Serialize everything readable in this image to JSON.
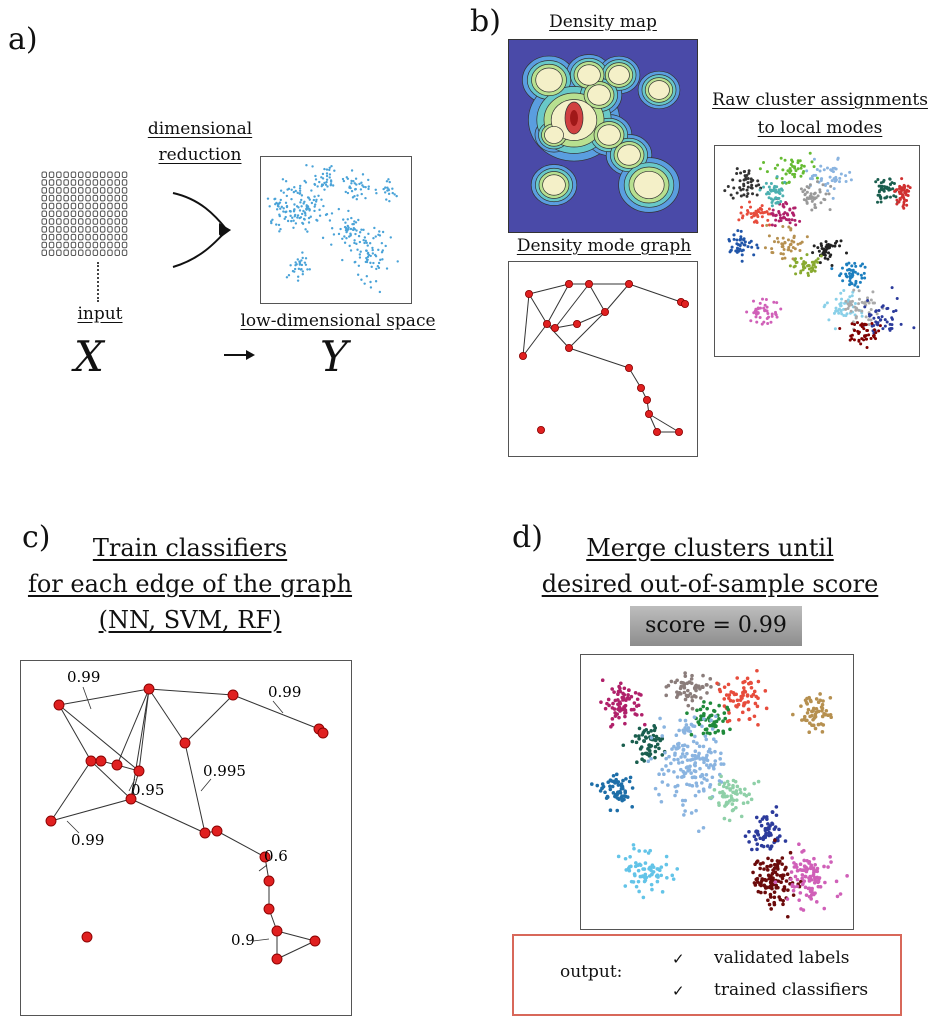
{
  "panel_a": {
    "letter": "a)",
    "arrow_label_1": "dimensional",
    "arrow_label_2": "reduction",
    "input_label": "input",
    "space_label": "low-dimensional space",
    "var_x": "X",
    "var_y": "Y"
  },
  "panel_b": {
    "letter": "b)",
    "density_map_title": "Density map",
    "mode_graph_title": "Density mode graph",
    "raw_title_1": "Raw cluster assignments",
    "raw_title_2": "to local modes"
  },
  "panel_c": {
    "letter": "c)",
    "title_1": "Train classifiers",
    "title_2": "for each edge of the graph",
    "title_3": "(NN, SVM, RF)",
    "edge_labels": [
      "0.99",
      "0.99",
      "0.995",
      "0.95",
      "0.99",
      "0.6",
      "0.9"
    ]
  },
  "panel_d": {
    "letter": "d)",
    "title_1": "Merge clusters until",
    "title_2": "desired out-of-sample score",
    "score": "score = 0.99",
    "output_label": "output:",
    "check_1": "✓",
    "output_item_1": "validated labels",
    "check_2": "✓",
    "output_item_2": "trained classifiers"
  },
  "colors": {
    "scatter_blue": "#4aa3d8",
    "node_red": "#e02020",
    "density_bg": "#4a4aa8",
    "output_border": "#d8685a"
  }
}
